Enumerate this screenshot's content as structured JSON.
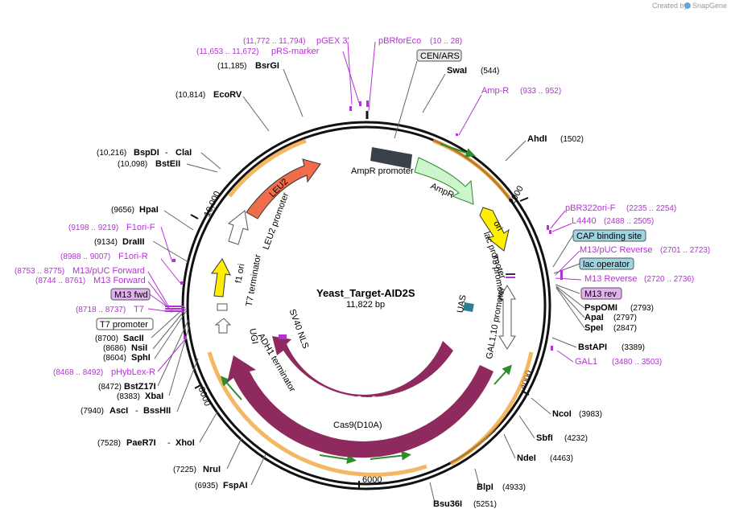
{
  "credit": {
    "prefix": "Created by",
    "brand": "SnapGene"
  },
  "plasmid": {
    "name": "Yeast_Target-AID2S",
    "size": "11,822 bp"
  },
  "ruler": [
    {
      "label": "2000"
    },
    {
      "label": "4000"
    },
    {
      "label": "6000"
    },
    {
      "label": "8000"
    },
    {
      "label": "10,000"
    }
  ],
  "right_sites": [
    {
      "name": "SwaI",
      "pos": "(544)"
    },
    {
      "name": "AhdI",
      "pos": "(1502)"
    },
    {
      "name": "PspOMI",
      "pos": "(2793)"
    },
    {
      "name": "ApaI",
      "pos": "(2797)"
    },
    {
      "name": "SpeI",
      "pos": "(2847)"
    },
    {
      "name": "BstAPI",
      "pos": "(3389)"
    },
    {
      "name": "NcoI",
      "pos": "(3983)"
    },
    {
      "name": "SbfI",
      "pos": "(4232)"
    },
    {
      "name": "NdeI",
      "pos": "(4463)"
    },
    {
      "name": "BlpI",
      "pos": "(4933)"
    },
    {
      "name": "Bsu36I",
      "pos": "(5251)"
    }
  ],
  "right_features": [
    {
      "name": "pBRforEco",
      "pos": "(10 .. 28)"
    },
    {
      "name": "Amp-R",
      "pos": "(933 .. 952)"
    },
    {
      "name": "pBR322ori-F",
      "pos": "(2235 .. 2254)"
    },
    {
      "name": "L4440",
      "pos": "(2488 .. 2505)"
    },
    {
      "name": "M13/pUC Reverse",
      "pos": "(2701 .. 2723)"
    },
    {
      "name": "M13 Reverse",
      "pos": "(2720 .. 2736)"
    },
    {
      "name": "GAL1",
      "pos": "(3480 .. 3503)"
    }
  ],
  "right_boxes": {
    "cen": "CEN/ARS",
    "cap": "CAP binding site",
    "lacop": "lac operator",
    "m13rev": "M13 rev"
  },
  "left_sites": [
    {
      "name": "BsrGI",
      "pos": "(11,185)"
    },
    {
      "name": "EcoRV",
      "pos": "(10,814)"
    },
    {
      "name": "BspDI",
      "pos": "(10,216)",
      "extra": "ClaI"
    },
    {
      "name": "BstEII",
      "pos": "(10,098)"
    },
    {
      "name": "HpaI",
      "pos": "(9656)"
    },
    {
      "name": "DraIII",
      "pos": "(9134)"
    },
    {
      "name": "SacII",
      "pos": "(8700)"
    },
    {
      "name": "NsiI",
      "pos": "(8686)"
    },
    {
      "name": "SphI",
      "pos": "(8604)"
    },
    {
      "name": "BstZ17I",
      "pos": "(8472)"
    },
    {
      "name": "XbaI",
      "pos": "(8383)"
    },
    {
      "name": "AscI",
      "pos": "(7940)",
      "extra": "BssHII"
    },
    {
      "name": "PaeR7I",
      "pos": "(7528)",
      "extra": "XhoI"
    },
    {
      "name": "NruI",
      "pos": "(7225)"
    },
    {
      "name": "FspAI",
      "pos": "(6935)"
    }
  ],
  "left_features": [
    {
      "name": "pGEX 3'",
      "pos": "(11,772 .. 11,794)"
    },
    {
      "name": "pRS-marker",
      "pos": "(11,653 .. 11,672)"
    },
    {
      "name": "F1ori-F",
      "pos": "(9198 .. 9219)"
    },
    {
      "name": "F1ori-R",
      "pos": "(8988 .. 9007)"
    },
    {
      "name": "M13/pUC Forward",
      "pos": "(8753 .. 8775)"
    },
    {
      "name": "M13 Forward",
      "pos": "(8744 .. 8761)"
    },
    {
      "name": "T7",
      "pos": "(8718 .. 8737)"
    },
    {
      "name": "pHybLex-R",
      "pos": "(8468 .. 8492)"
    }
  ],
  "left_boxes": {
    "m13fwd": "M13 fwd",
    "t7prom": "T7 promoter"
  },
  "inner_features": {
    "ampr_promoter": "AmpR promoter",
    "ampr": "AmpR",
    "ori": "ori",
    "lac_promoter": "lac promoter",
    "t3_promoter": "T3 promoter",
    "uas": "UAS",
    "gal_promoter": "GAL1,10 promoter",
    "cas9": "Cas9",
    "cas9d10a": "Cas9(D10A)",
    "sv40": "SV40 NLS",
    "adh1": "ADH1 terminator",
    "ugi": "UGI",
    "t7term": "T7 terminator",
    "f1ori": "f1 ori",
    "leu2prom": "LEU2 promoter",
    "leu2": "LEU2"
  },
  "colors": {
    "backbone": "#111111",
    "cas9": "#8e2a5e",
    "leu2": "#f06c4a",
    "ori": "#ffee00",
    "ampr": "#ccf5cc",
    "ampprom": "#3a4149",
    "orange": "#f0a030",
    "uas": "#2d7f8f",
    "feature": "#b531d6",
    "box_blue": "#9dd4e0",
    "box_mag": "#e3b0f0"
  }
}
